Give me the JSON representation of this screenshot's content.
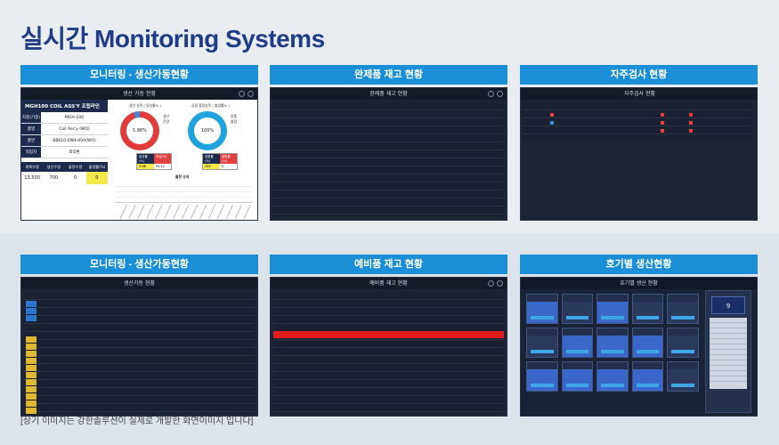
{
  "page": {
    "title": "실시간 Monitoring Systems",
    "caption": "[상기 이미지는 강한솔루션이 실제로 개발한 화면이미지 입니다]"
  },
  "cards": [
    {
      "header": "모니터링 - 생산가동현황",
      "window_title": "생산 가동 현황",
      "line_title": "MGH100 COIL ASS'Y 조립라인",
      "rows": [
        {
          "k": "차종(기종)",
          "v": "MGH-100"
        },
        {
          "k": "품명",
          "v": "Coil Ass'y (WO)"
        },
        {
          "k": "품번",
          "v": "BB610-0W4-00A(WO)"
        },
        {
          "k": "작업자",
          "v": "최익환"
        }
      ],
      "summary_headers": [
        "계획수량",
        "생산수량",
        "불량수량",
        "불량률(%)"
      ],
      "summary_values": [
        "13,500",
        "700",
        "0",
        "0"
      ],
      "gauge1": {
        "title": "생산 실적 ( 달성률% )",
        "value": "5.88%",
        "legend": [
          "생산",
          "잔량"
        ],
        "box": [
          "달성률(%)",
          "미달(%)",
          "5.88",
          "94.12"
        ]
      },
      "gauge2": {
        "title": "공정 품질실적 ( 불량률% )",
        "value": "100%",
        "legend": [
          "양품",
          "불량"
        ],
        "box": [
          "양품률(%)",
          "불량률(%)",
          "100",
          "0"
        ]
      },
      "chart_title": "불량 상세"
    },
    {
      "header": "완제품 재고 현황",
      "window_title": "완제품 재고 현황"
    },
    {
      "header": "자주검사 현황",
      "window_title": "자주검사 현황"
    },
    {
      "header": "모니터링 - 생산가동현황",
      "window_title": "생산가동 현황"
    },
    {
      "header": "예비품 재고 현황",
      "window_title": "예비품 재고 현황"
    },
    {
      "header": "호기별 생산현황",
      "window_title": "호기별 생산 현황",
      "side_value": "9"
    }
  ],
  "colors": {
    "title": "#1f3c86",
    "header": "#1a8ed6",
    "dark_bg": "#1d2433",
    "alert_row": "#e21b1b",
    "highlight": "#f4e94a"
  }
}
